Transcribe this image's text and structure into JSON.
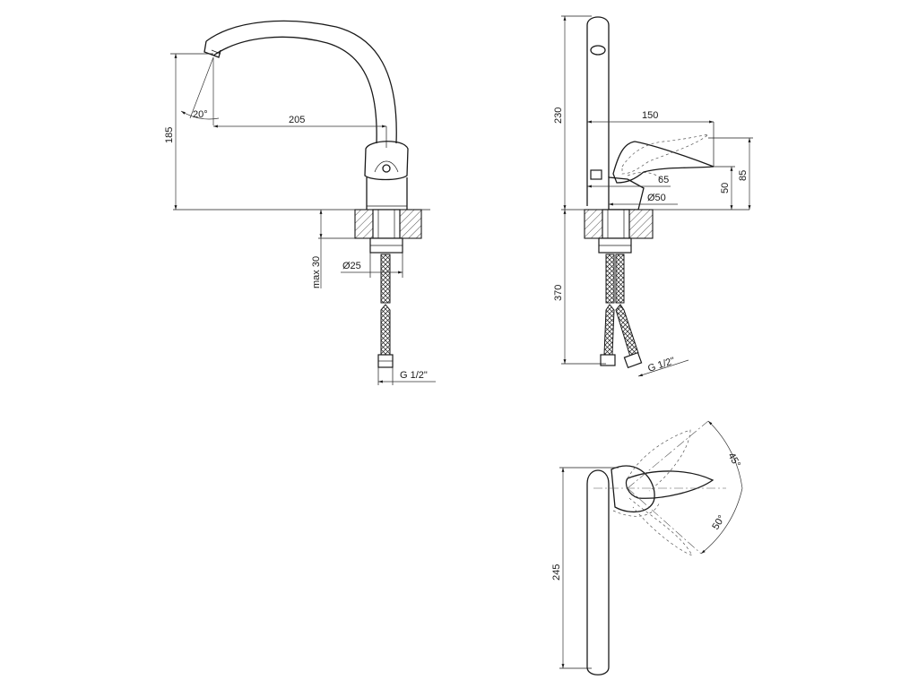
{
  "front_view": {
    "angle_label": "20°",
    "reach_label": "205",
    "height_label": "185",
    "max_thickness_label": "max 30",
    "shank_diameter_label": "Ø25",
    "connection_label": "G 1/2\""
  },
  "side_view": {
    "spout_height_label": "230",
    "handle_length_label": "150",
    "body_length_label": "65",
    "body_diameter_label": "Ø50",
    "body_height_label": "50",
    "handle_height_label": "85",
    "hose_length_label": "370",
    "connection_label": "G 1/2\""
  },
  "top_view": {
    "spout_length_label": "245",
    "rotation_up_label": "45°",
    "rotation_down_label": "50°"
  }
}
